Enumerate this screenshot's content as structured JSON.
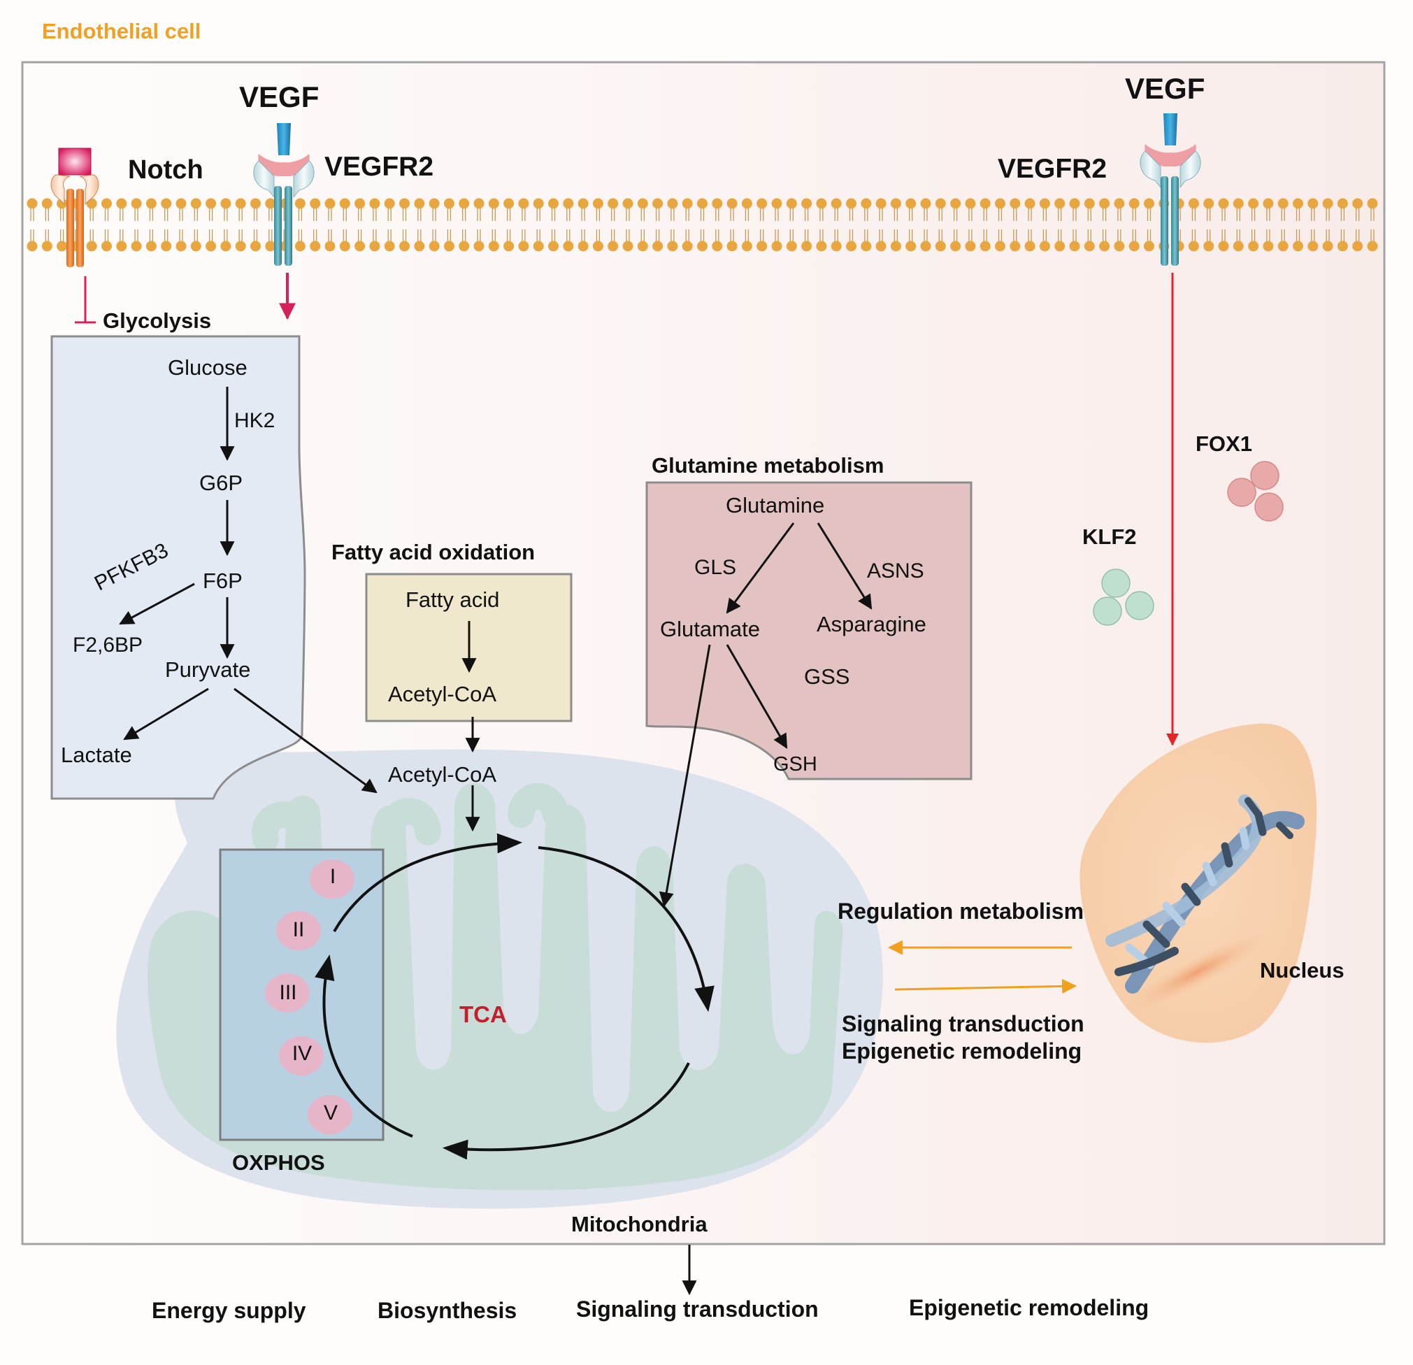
{
  "cell_label": "Endothelial cell",
  "receptors": {
    "notch": "Notch",
    "vegf_left": "VEGF",
    "vegfr2_left": "VEGFR2",
    "vegf_right": "VEGF",
    "vegfr2_right": "VEGFR2"
  },
  "glycolysis": {
    "title": "Glycolysis",
    "glucose": "Glucose",
    "hk2": "HK2",
    "g6p": "G6P",
    "f6p": "F6P",
    "pfkfb3": "PFKFB3",
    "f26bp": "F2,6BP",
    "pyruvate": "Puryvate",
    "lactate": "Lactate"
  },
  "fatty_acid": {
    "title": "Fatty acid oxidation",
    "fatty_acid": "Fatty acid",
    "acetyl_coa_box": "Acetyl-CoA",
    "acetyl_coa_mito": "Acetyl-CoA"
  },
  "glutamine": {
    "title": "Glutamine metabolism",
    "glutamine": "Glutamine",
    "gls": "GLS",
    "asns": "ASNS",
    "glutamate": "Glutamate",
    "asparagine": "Asparagine",
    "gss": "GSS",
    "gsh": "GSH"
  },
  "mitochondria": {
    "tca": "TCA",
    "oxphos": "OXPHOS",
    "complexes": [
      "I",
      "II",
      "III",
      "IV",
      "V"
    ],
    "label": "Mitochondria"
  },
  "nucleus": {
    "fox1": "FOX1",
    "klf2": "KLF2",
    "label": "Nucleus",
    "regulation": "Regulation metabolism",
    "signaling": "Signaling transduction",
    "epigenetic": "Epigenetic remodeling"
  },
  "outputs": [
    "Energy supply",
    "Biosynthesis",
    "Signaling transduction",
    "Epigenetic remodeling"
  ],
  "colors": {
    "orange_label": "#f0a023",
    "membrane": "#e8a640",
    "inhibit_red": "#d6205a",
    "vegf_red": "#e52428",
    "glycolysis_box": "#e3eaf4",
    "fatty_box": "#f0e8cc",
    "glutamine_box": "#e2c3c1",
    "oxphos_box": "#b7d1e2",
    "mito_outer": "#dde3ec",
    "mito_inner": "#c8ddd8",
    "nucleus": "#f8d4b2",
    "complex_pink": "#e6b6c8",
    "tca_red": "#c41e2c",
    "arrow_orange": "#f2a01a"
  }
}
